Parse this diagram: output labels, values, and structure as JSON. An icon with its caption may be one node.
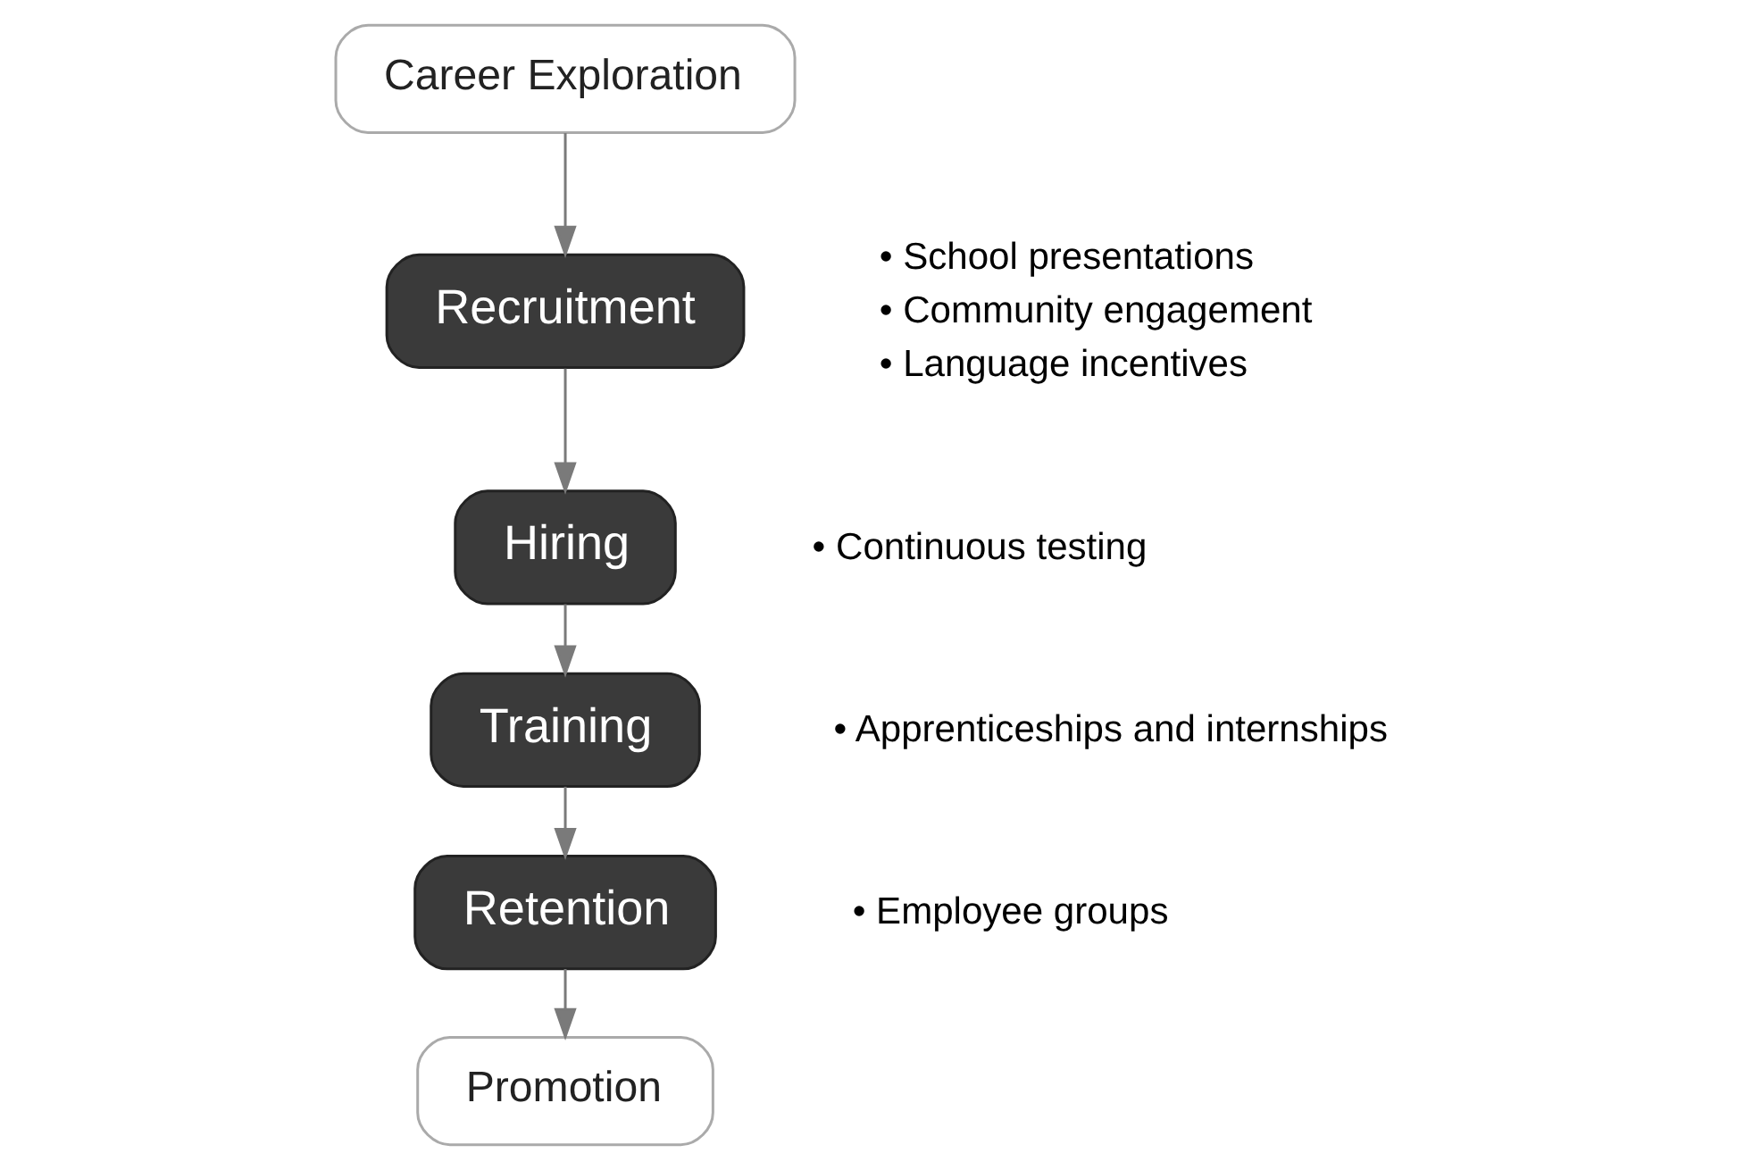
{
  "diagram": {
    "nodes": [
      {
        "text": [
          "Career Exploration"
        ]
      },
      {
        "text": [
          "Recruitment"
        ],
        "beside": [
          "• School presentations",
          "• Community engagement",
          "• Language incentives"
        ]
      },
      {
        "text": [
          "Hiring"
        ],
        "beside": [
          "• Continuous testing"
        ]
      },
      {
        "text": [
          "Training"
        ],
        "beside": [
          "• Apprenticeships and internships"
        ]
      },
      {
        "text": [
          "Retention"
        ],
        "beside": [
          "• Employee groups"
        ]
      },
      {
        "text": [
          "Promotion"
        ]
      }
    ],
    "edges": [
      {
        "from": 0,
        "to": 1,
        "arrow": "to"
      },
      {
        "from": 1,
        "to": 2,
        "arrow": "to"
      },
      {
        "from": 2,
        "to": 3,
        "arrow": "to"
      },
      {
        "from": 3,
        "to": 4,
        "arrow": "to"
      },
      {
        "from": 4,
        "to": 5,
        "arrow": "to"
      }
    ]
  }
}
